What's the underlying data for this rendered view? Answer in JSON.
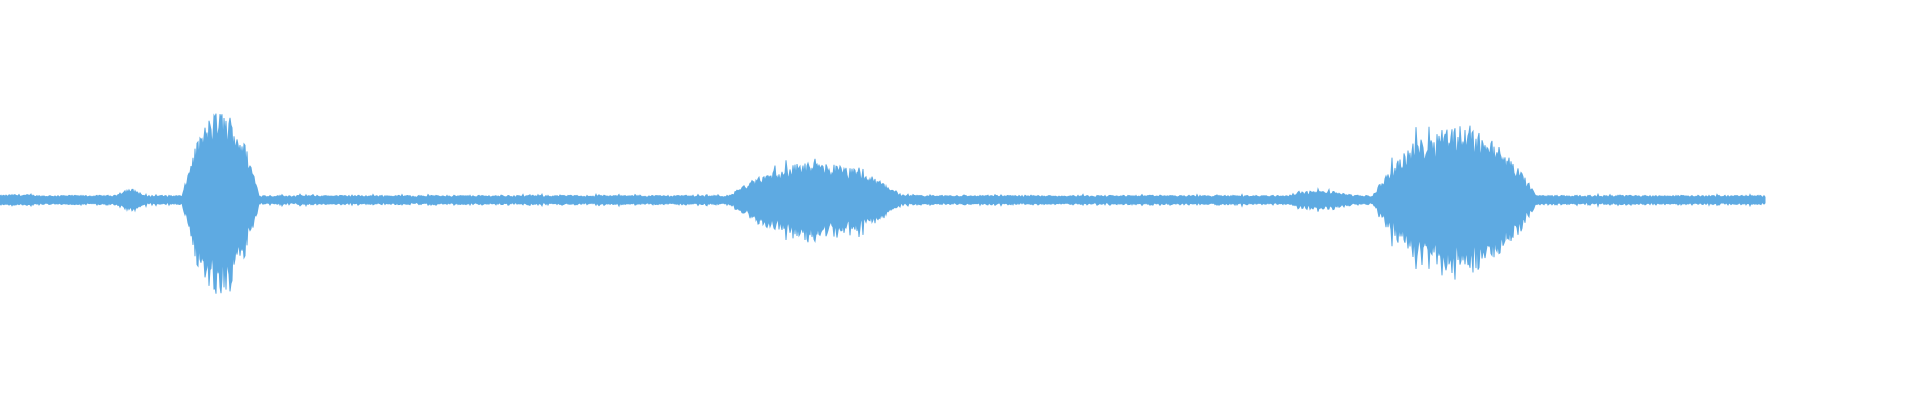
{
  "waveform": {
    "color": "#5eaae2",
    "note": "",
    "baseline_amplitude": 0.025,
    "bursts": [
      {
        "start_s": 0.0,
        "end_s": 0.02,
        "peak": 0.03
      },
      {
        "start_s": 0.06,
        "end_s": 0.075,
        "peak": 0.06
      },
      {
        "start_s": 0.095,
        "end_s": 0.135,
        "peak": 0.48
      },
      {
        "start_s": 0.38,
        "end_s": 0.47,
        "peak": 0.2
      },
      {
        "start_s": 0.67,
        "end_s": 0.705,
        "peak": 0.05
      },
      {
        "start_s": 0.715,
        "end_s": 0.8,
        "peak": 0.4
      }
    ]
  }
}
